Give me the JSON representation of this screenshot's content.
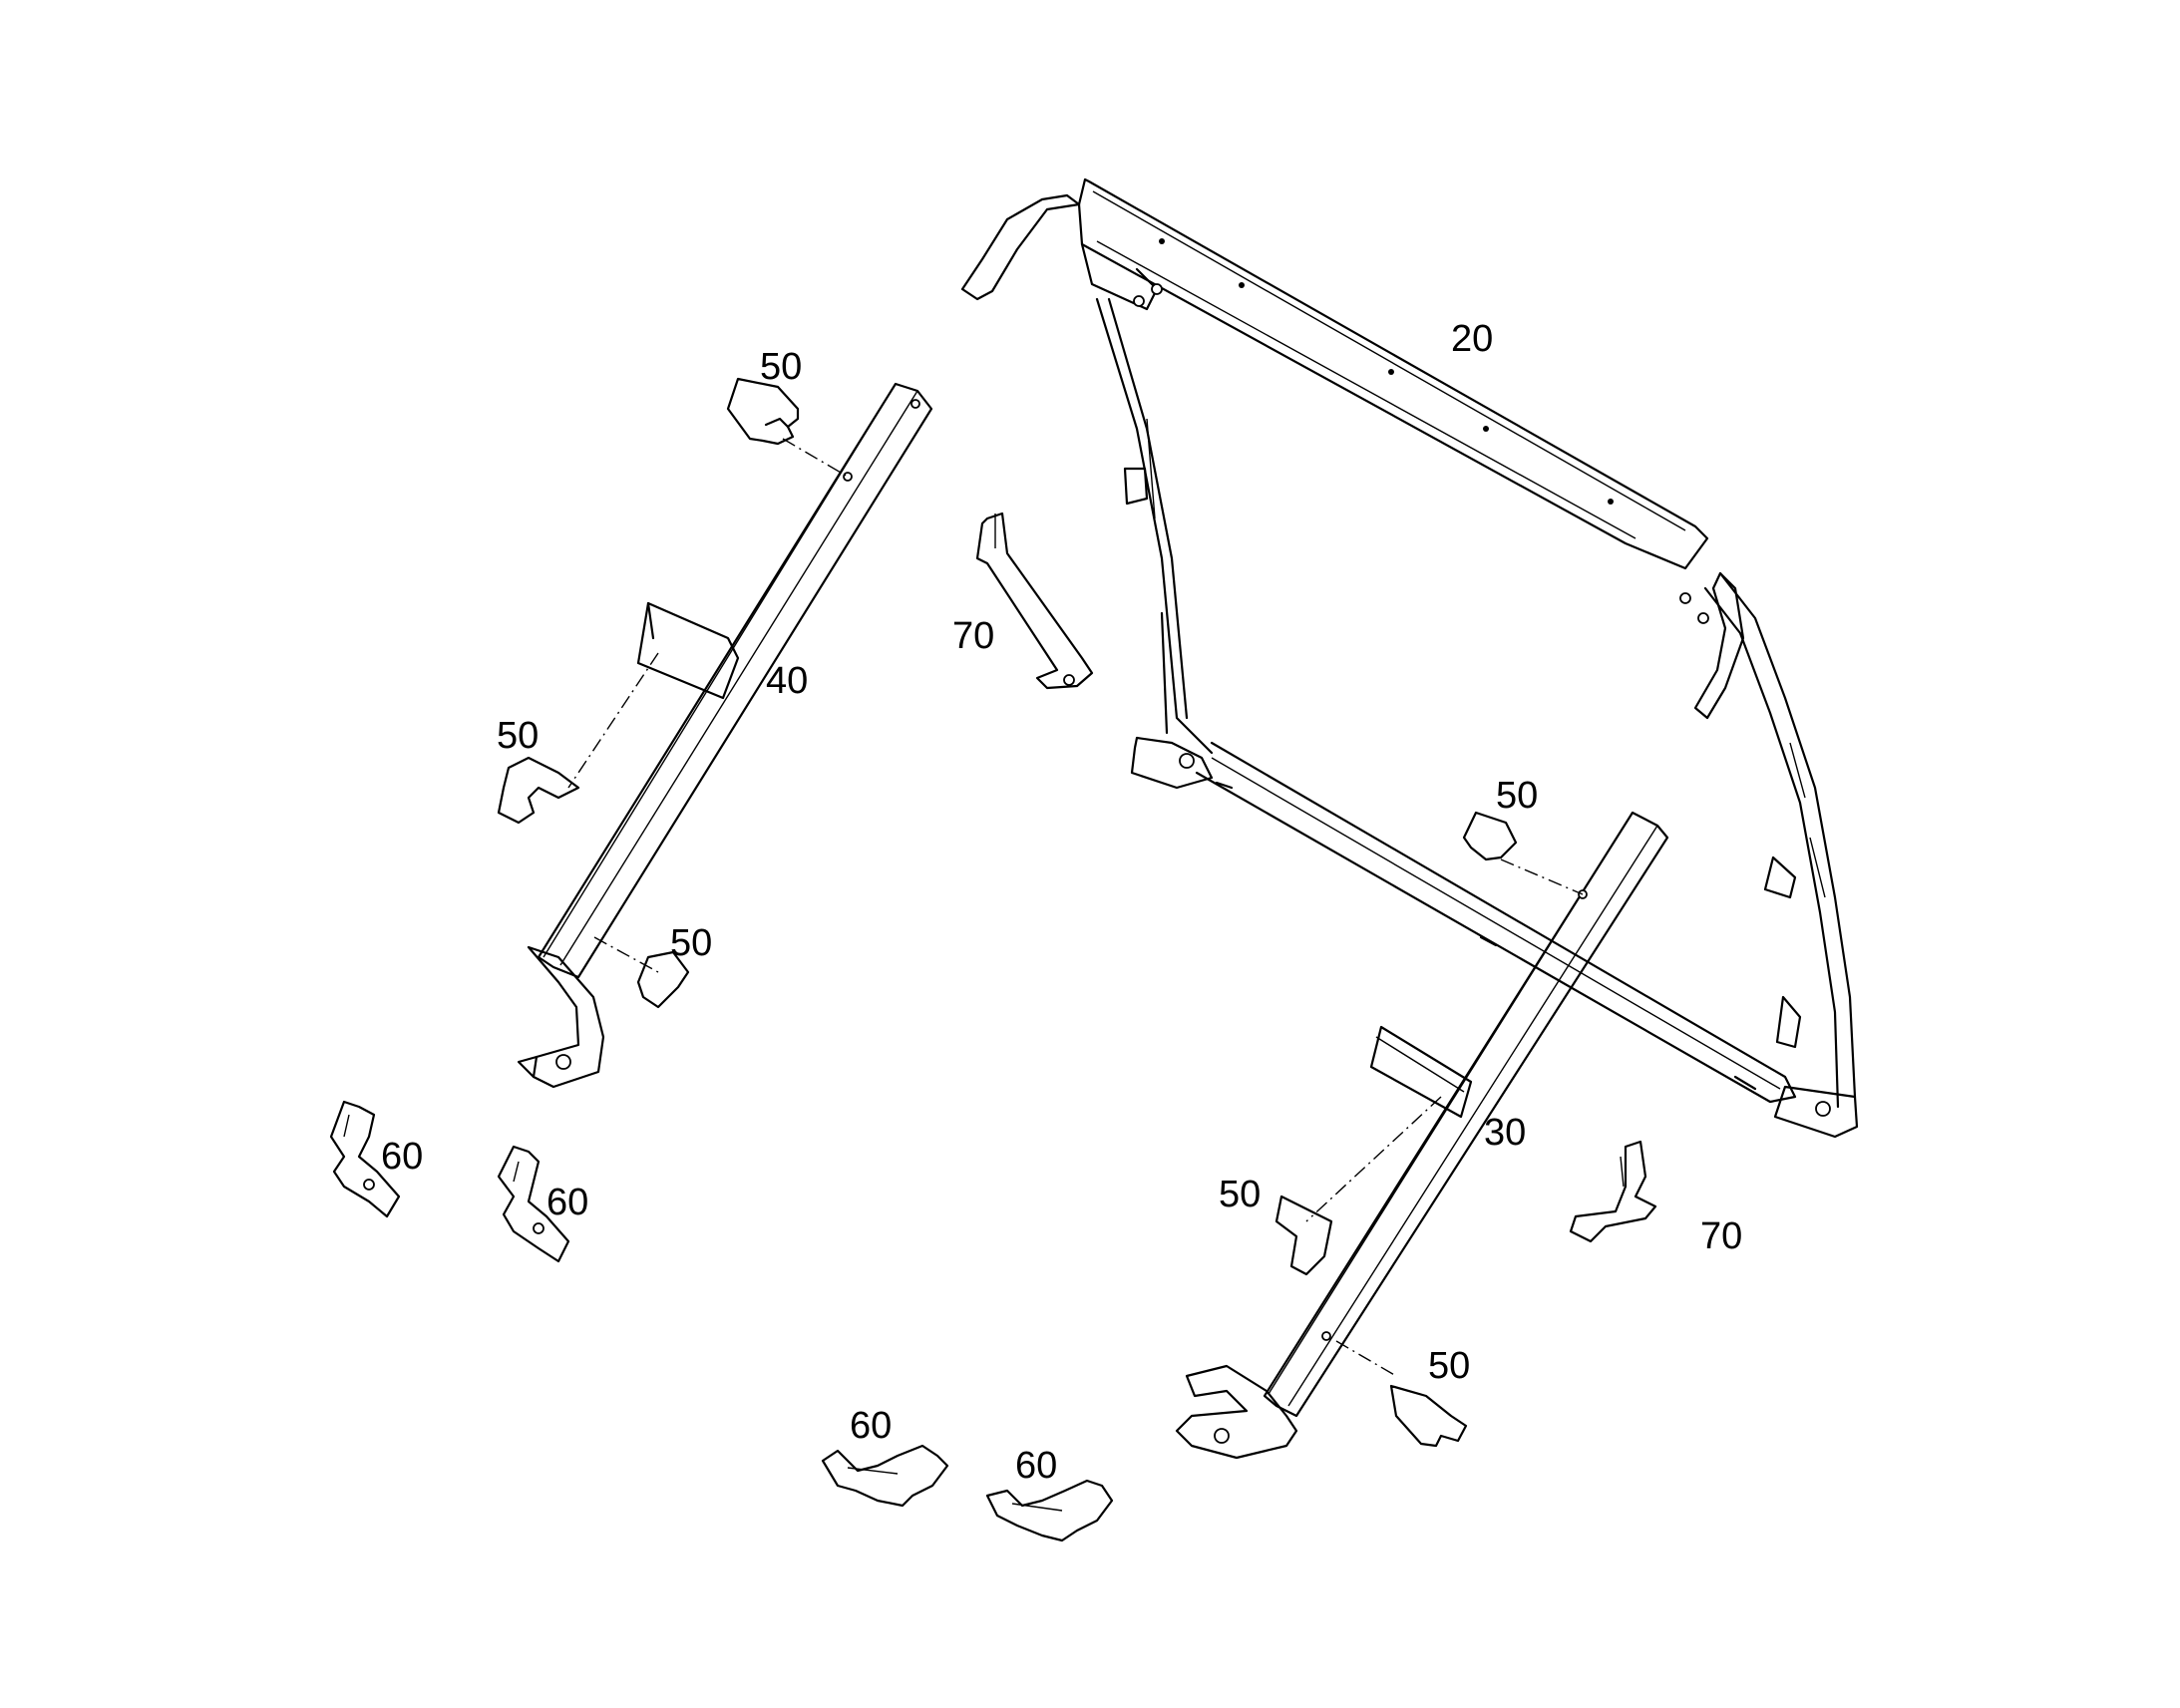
{
  "callouts": {
    "c20": "20",
    "c40": "40",
    "c30": "30",
    "c70_left": "70",
    "c70_right": "70",
    "c50_top_left": "50",
    "c50_mid_left": "50",
    "c50_low_left": "50",
    "c50_mid_right": "50",
    "c50_low_right_a": "50",
    "c50_low_right_b": "50",
    "c60_a": "60",
    "c60_b": "60",
    "c60_c": "60",
    "c60_d": "60"
  }
}
